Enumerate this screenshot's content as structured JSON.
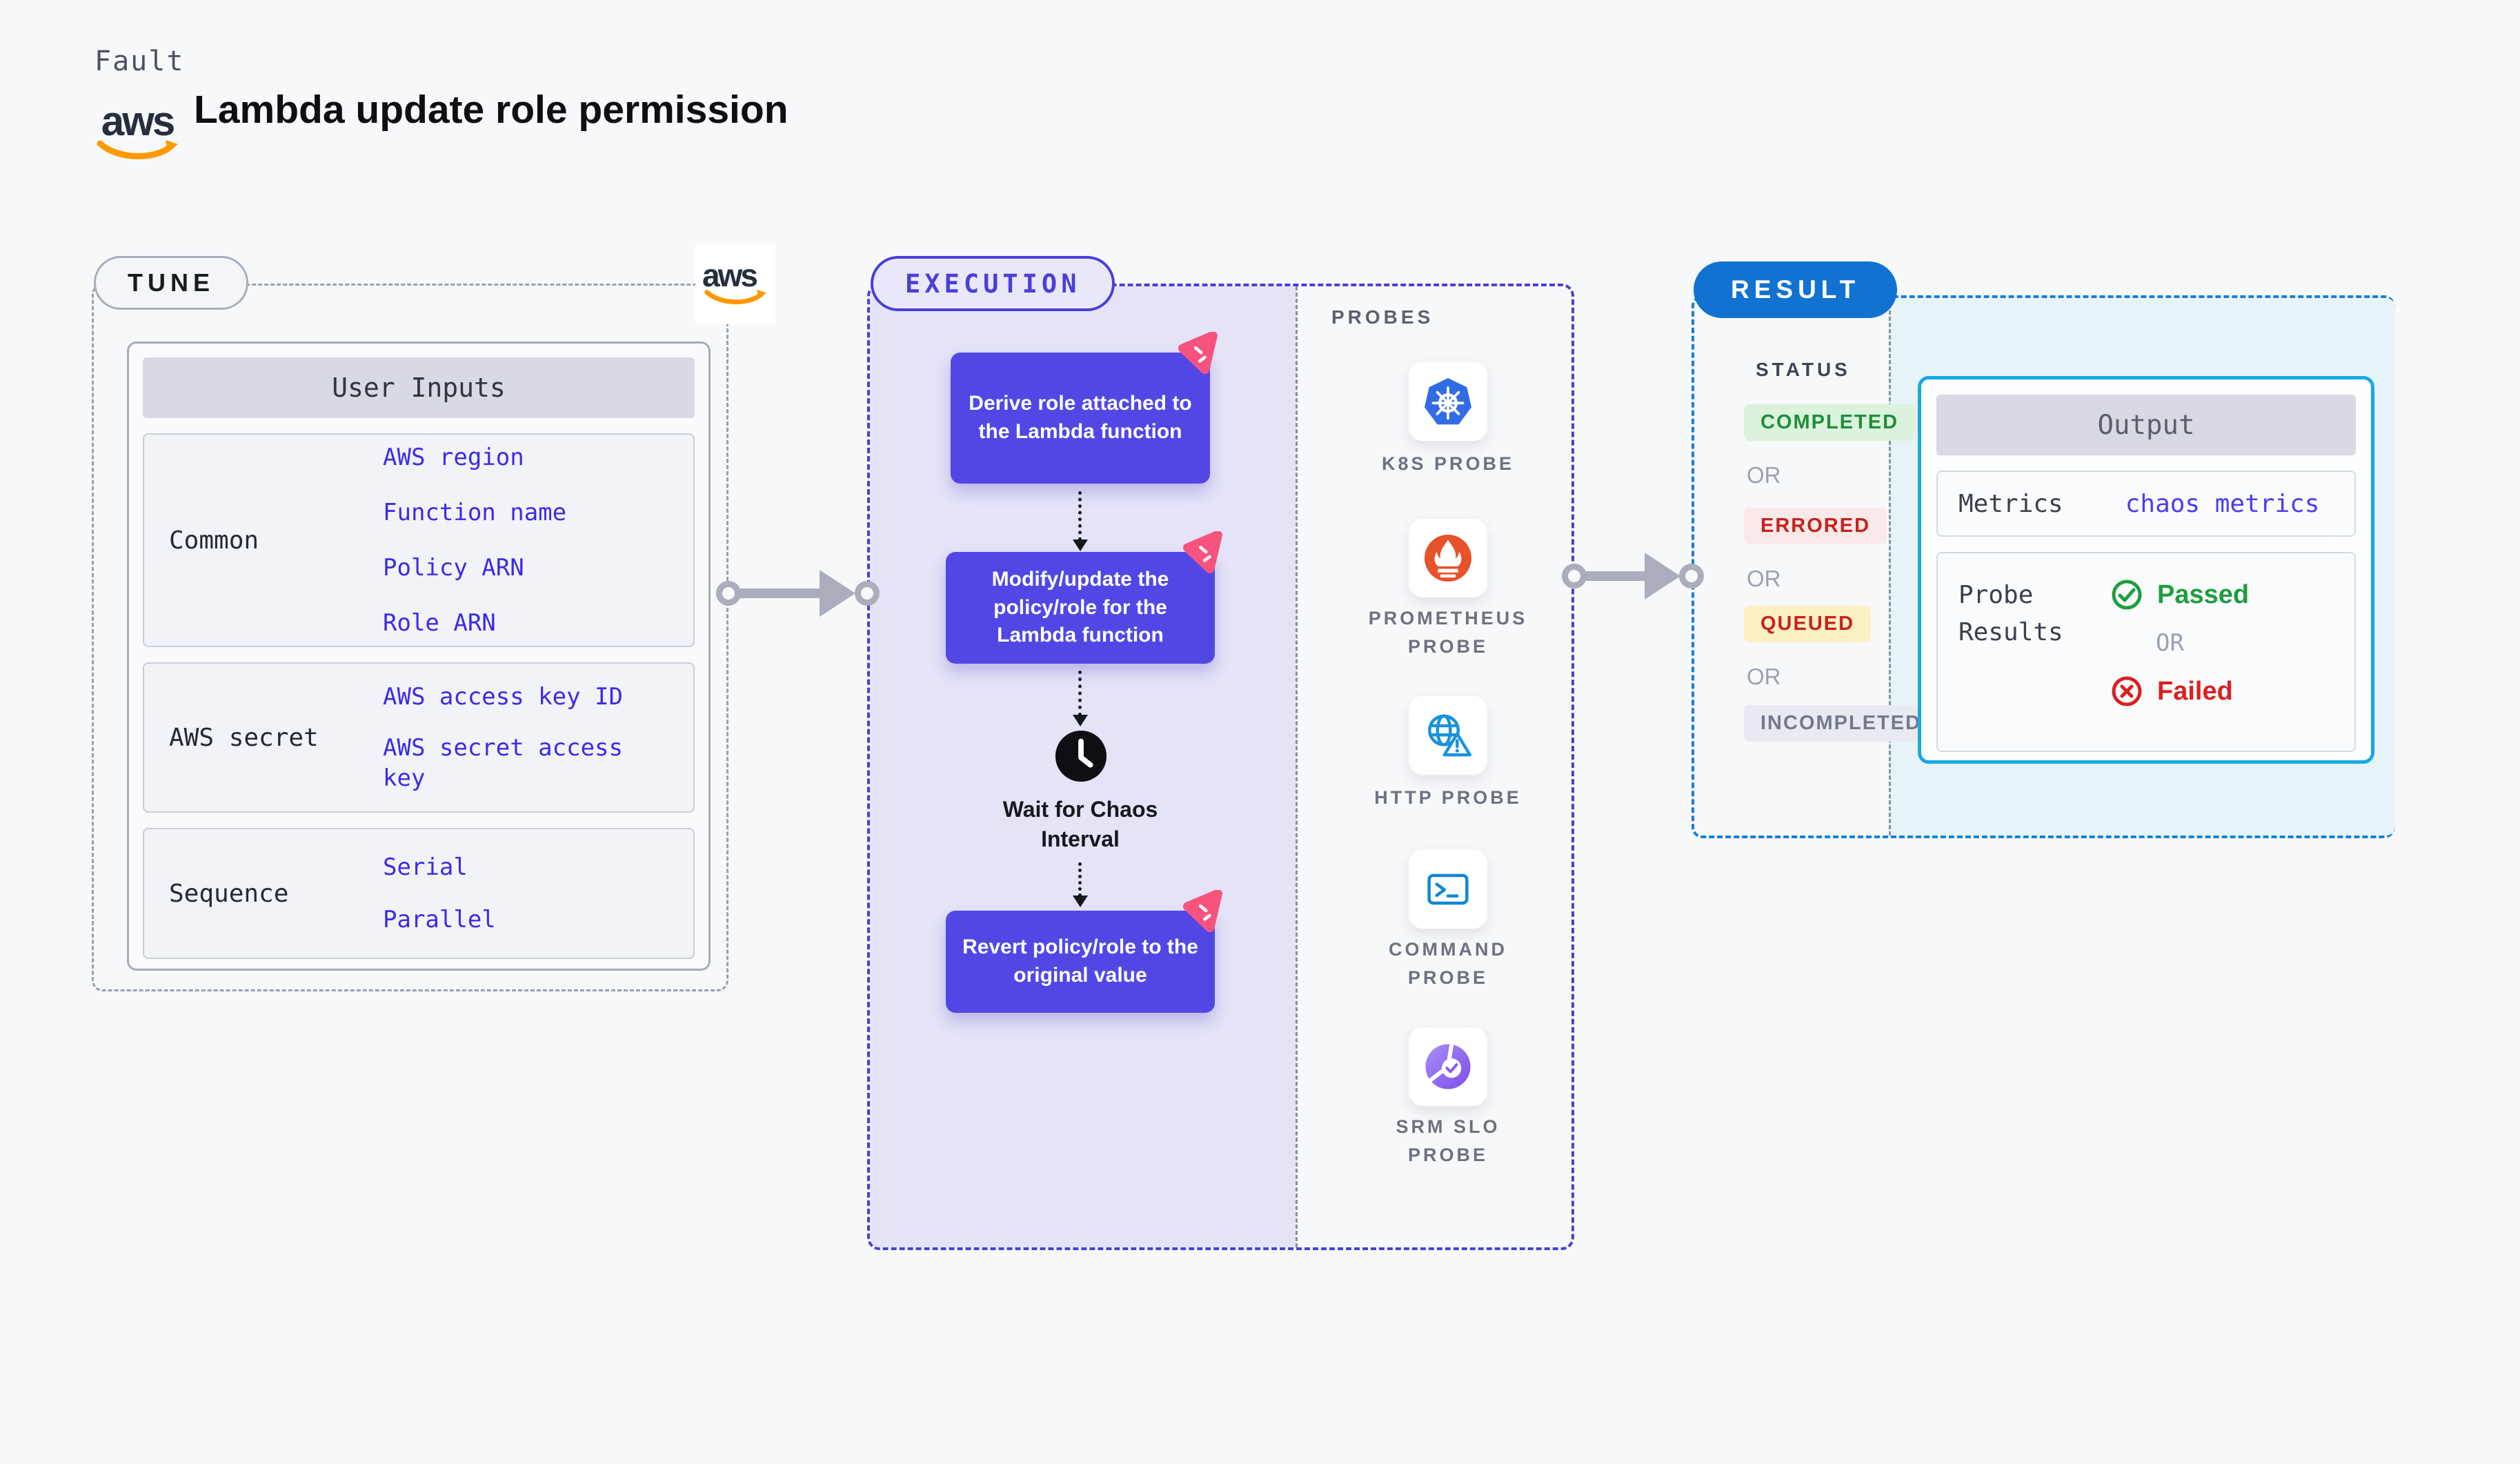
{
  "header": {
    "fault_label": "Fault",
    "title": "Lambda update role permission",
    "aws_wordmark": "aws"
  },
  "tune": {
    "badge": "TUNE",
    "user_inputs": {
      "header": "User Inputs",
      "rows": [
        {
          "label": "Common",
          "links": [
            "AWS region",
            "Function name",
            "Policy ARN",
            "Role ARN"
          ]
        },
        {
          "label": "AWS secret",
          "links": [
            "AWS access key ID",
            "AWS secret access key"
          ]
        },
        {
          "label": "Sequence",
          "links": [
            "Serial",
            "Parallel"
          ]
        }
      ]
    }
  },
  "execution": {
    "badge": "EXECUTION",
    "steps": [
      "Derive role attached to the Lambda function",
      "Modify/update the policy/role for the Lambda function",
      "Revert policy/role to the original value"
    ],
    "wait_label": "Wait for Chaos Interval"
  },
  "probes": {
    "heading": "PROBES",
    "items": [
      {
        "name": "K8S PROBE",
        "icon": "kubernetes-icon"
      },
      {
        "name": "PROMETHEUS PROBE",
        "icon": "prometheus-icon"
      },
      {
        "name": "HTTP PROBE",
        "icon": "http-globe-warning-icon"
      },
      {
        "name": "COMMAND PROBE",
        "icon": "terminal-icon"
      },
      {
        "name": "SRM SLO PROBE",
        "icon": "srm-slo-icon"
      }
    ]
  },
  "result": {
    "badge": "RESULT",
    "status_heading": "STATUS",
    "or_label": "OR",
    "statuses": [
      {
        "label": "COMPLETED",
        "text_color": "#1E8E3E",
        "bg_color": "#DBF2DC"
      },
      {
        "label": "ERRORED",
        "text_color": "#C5221F",
        "bg_color": "#FBE9E9"
      },
      {
        "label": "QUEUED",
        "text_color": "#C5221F",
        "bg_color": "#FCEFC3"
      },
      {
        "label": "INCOMPLETED",
        "text_color": "#717A8C",
        "bg_color": "#E9EAF1"
      }
    ],
    "output": {
      "header": "Output",
      "metrics_label": "Metrics",
      "metrics_value": "chaos metrics",
      "probe_results_label": "Probe Results",
      "passed_label": "Passed",
      "failed_label": "Failed"
    }
  },
  "colors": {
    "page_bg": "#F7F8FA",
    "accent_indigo": "#4A3FD6",
    "step_purple": "#5247E5",
    "lavender_bg": "#E4E3F8",
    "result_blue": "#1172D2",
    "result_dash_blue": "#1580D8",
    "icy_bg": "#E6F4FA",
    "output_border_cyan": "#18A8E6",
    "link_blue": "#3B2BE8",
    "output_link_blue": "#4B3DF0",
    "aws_orange": "#FF9900",
    "passed_green": "#1D9E3E",
    "failed_red": "#DB2020",
    "chaos_pink": "#F8537E",
    "arrow_gray": "#A9ADBC"
  }
}
